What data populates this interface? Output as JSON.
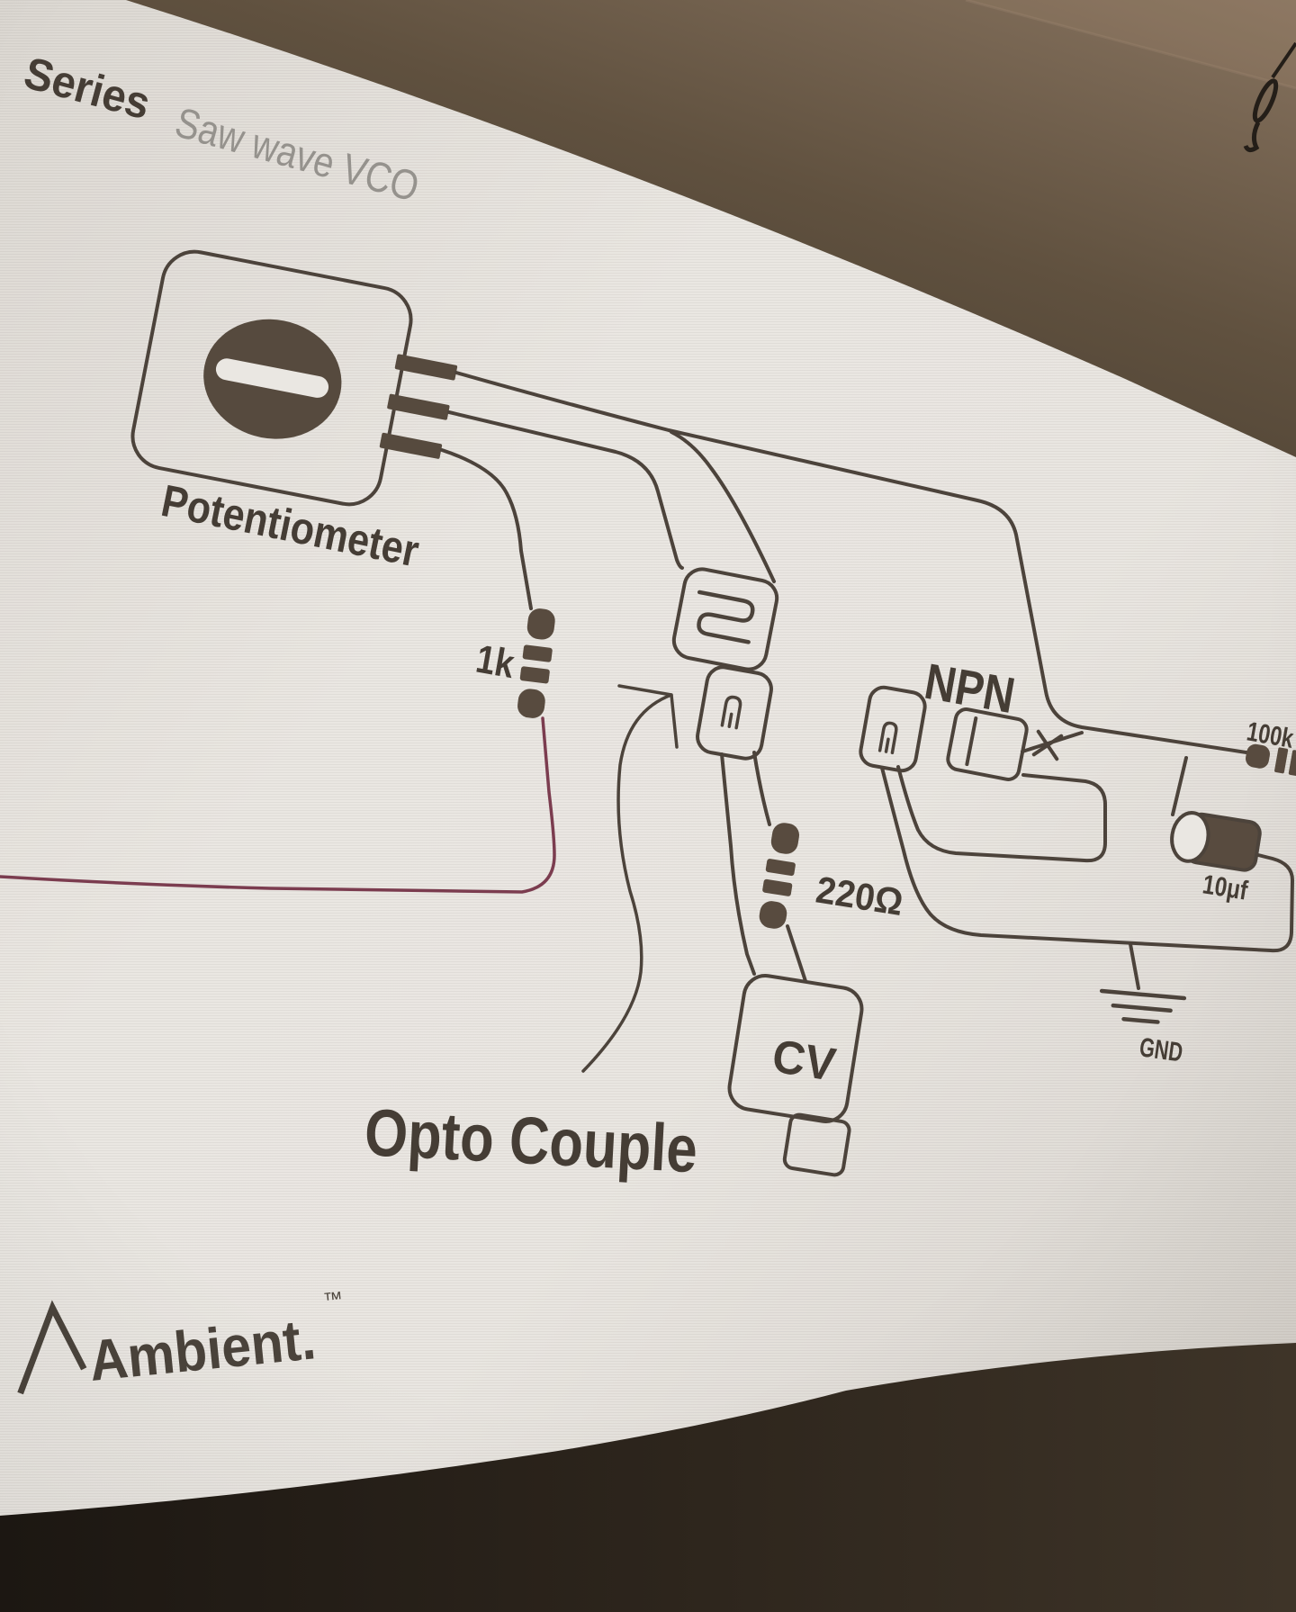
{
  "slide": {
    "title": "Series",
    "subtitle": "Saw wave VCO",
    "edge_fragment": "s",
    "labels": {
      "potentiometer": "Potentiometer",
      "resistor_1k": "1k",
      "resistor_220": "220Ω",
      "resistor_100k": "100k",
      "capacitor_10uf": "10μf",
      "cv_jack": "CV",
      "transistor": "NPN",
      "ground": "GND",
      "opto_couple": "Opto Couple"
    },
    "logo": {
      "text": "Ambient.",
      "tm": "™"
    },
    "colors": {
      "ink": "#4c433b",
      "ink_soft": "#8f8b86",
      "wire_red": "#7b3c4f",
      "component_fill": "#584b3f",
      "screen": "#e7e4df",
      "ceiling": "#6f5f52",
      "floor": "#2a221b"
    }
  }
}
